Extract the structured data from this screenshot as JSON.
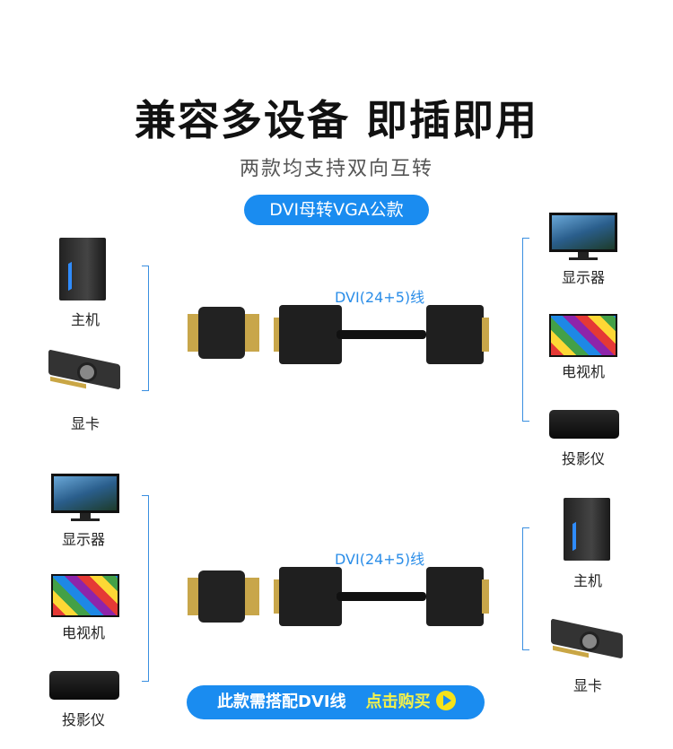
{
  "header": {
    "title": "兼容多设备 即插即用",
    "subtitle": "两款均支持双向互转",
    "badge": "DVI母转VGA公款"
  },
  "section1": {
    "left": [
      "主机",
      "显卡"
    ],
    "cable_label": "DVI(24+5)线",
    "right": [
      "显示器",
      "电视机",
      "投影仪"
    ]
  },
  "section2": {
    "left": [
      "显示器",
      "电视机",
      "投影仪"
    ],
    "cable_label": "DVI(24+5)线",
    "right": [
      "主机",
      "显卡"
    ]
  },
  "cta": {
    "text": "此款需搭配DVI线",
    "buy": "点击购买",
    "icon": "play-icon"
  },
  "colors": {
    "accent": "#1a8cf0",
    "buy": "#f5f24a"
  }
}
